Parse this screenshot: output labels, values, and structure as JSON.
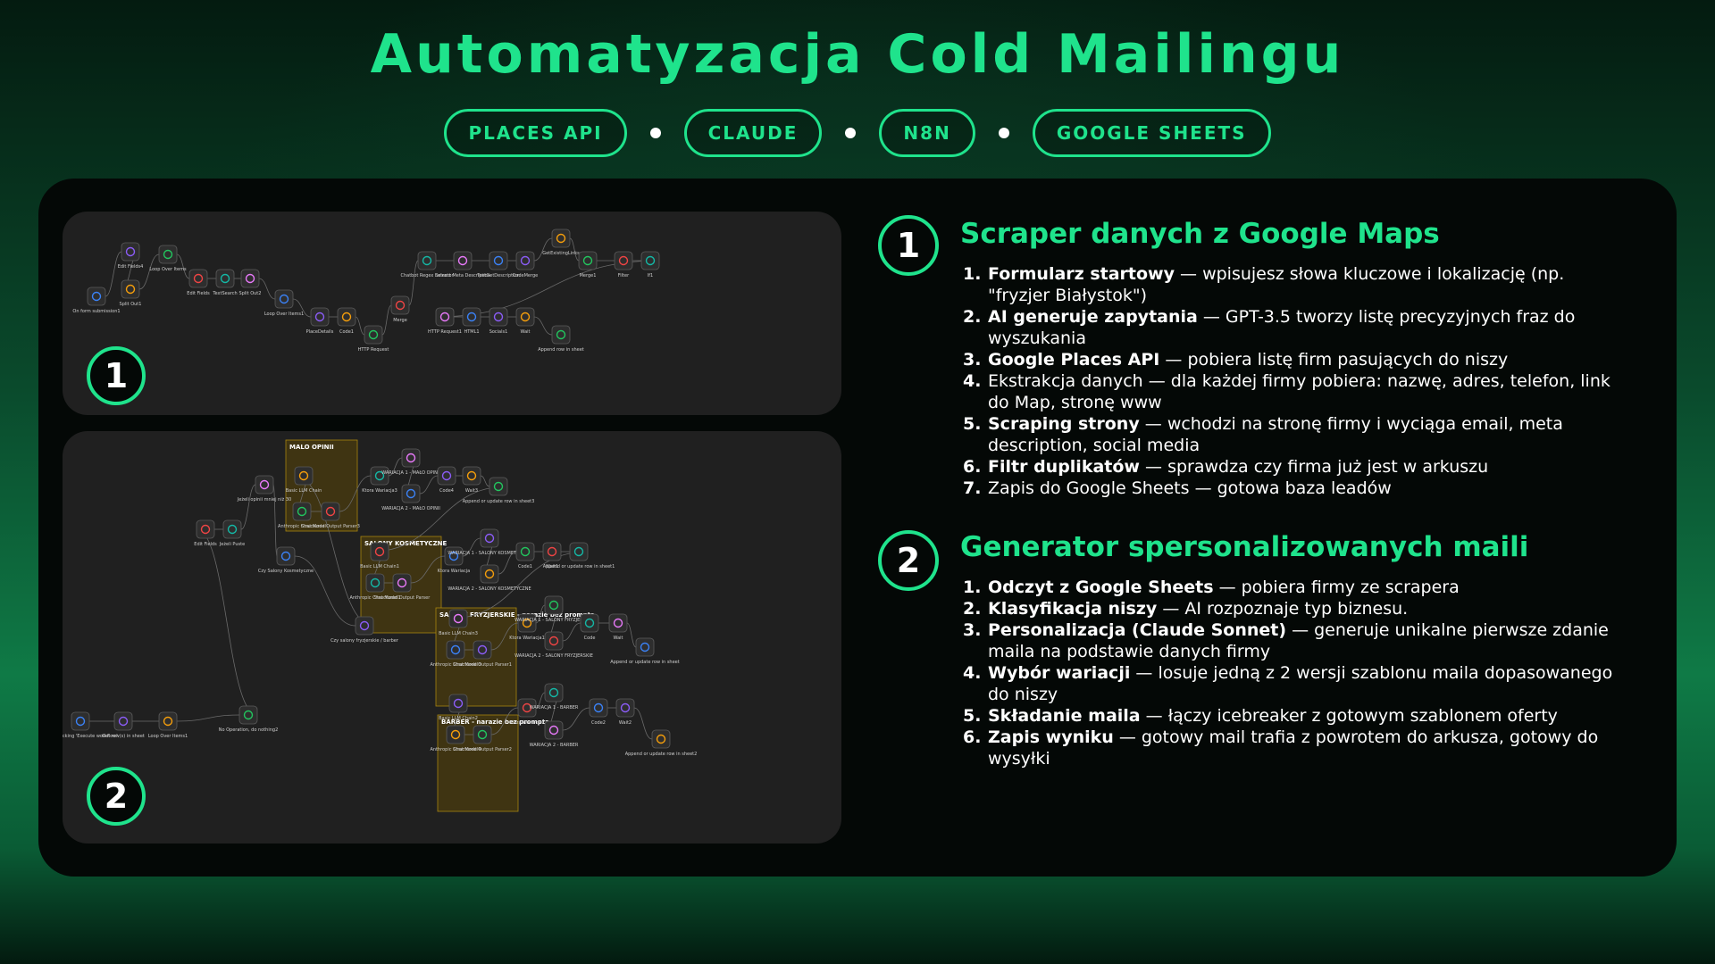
{
  "title": "Automatyzacja Cold Mailingu",
  "tags": [
    "PLACES API",
    "CLAUDE",
    "N8N",
    "GOOGLE SHEETS"
  ],
  "colors": {
    "accent": "#1fe38c",
    "panel": "#040806",
    "canvas": "#202020",
    "sticky": "#3f3412"
  },
  "workflow_badges": [
    "1",
    "2"
  ],
  "workflow1": {
    "nodes": [
      "On form submission1",
      "Edit Fields4",
      "Split Out1",
      "Loop Over Items",
      "Edit Fields",
      "TextSearch",
      "Split Out2",
      "Loop Over Items1",
      "PlaceDetails",
      "Code1",
      "HTTP Request",
      "Merge",
      "Chatbot Regex Selector",
      "Extract Meta Description",
      "TextGetDescription",
      "CodeMerge",
      "GetExistingLinks",
      "Merge1",
      "Filter",
      "If1",
      "HTTP Request1",
      "HTML1",
      "Socials1",
      "Wait",
      "Append row in sheet"
    ]
  },
  "workflow2": {
    "stickies": [
      "MALO OPINII",
      "SALONY KOSMETYCZNE",
      "SALONY FRYZJERSKIE - narazie bez prompta",
      "BARBER - narazie bez prompta"
    ],
    "nodes": [
      "When clicking 'Execute workflow'",
      "Get row(s) in sheet",
      "Loop Over Items1",
      "No Operation, do nothing2",
      "Edit Fields",
      "Jeżeli Puste",
      "Jeżeli opinii mniej niż 30",
      "Czy Salony Kosmetyczne",
      "Czy salony fryzjerskie / barber",
      "Basic LLM Chain",
      "Anthropic Chat Model",
      "Structured Output Parser3",
      "Ktora Wariacja3",
      "WARIACJA 1 - MAŁO OPINII",
      "WARIACJA 2 - MAŁO OPINII",
      "Code4",
      "Wait3",
      "Append or update row in sheet3",
      "Basic LLM Chain1",
      "Anthropic Chat Model1",
      "Structured Output Parser",
      "Ktora Wariacja",
      "WARIACJA 1 - SALONY KOSMETYCZNE",
      "WARIACJA 2 - SALONY KOSMETYCZNE",
      "Code1",
      "Wait1",
      "Append or update row in sheet1",
      "Basic LLM Chain3",
      "Anthropic Chat Model3",
      "Structured Output Parser1",
      "Ktora Wariacja1",
      "WARIACJA 1 - SALONY FRYZJERSKIE",
      "WARIACJA 2 - SALONY FRYZJERSKIE",
      "Code",
      "Wait",
      "Append or update row in sheet",
      "Basic LLM Chain2",
      "Anthropic Chat Model4",
      "Structured Output Parser2",
      "Ktora Wariacja2",
      "WARIACJA 1 - BARBER",
      "WARIACJA 2 - BARBER",
      "Code2",
      "Wait2",
      "Append or update row in sheet2"
    ]
  },
  "sections": [
    {
      "num": "1",
      "title": "Scraper danych z Google Maps",
      "steps": [
        {
          "n": "1.",
          "bold": "Formularz startowy",
          "rest": " — wpisujesz słowa kluczowe i lokalizację (np. \"fryzjer Białystok\")"
        },
        {
          "n": "2.",
          "bold": "AI generuje zapytania",
          "rest": " — GPT-3.5 tworzy listę precyzyjnych fraz do wyszukania"
        },
        {
          "n": "3.",
          "bold": "Google Places API",
          "rest": " — pobiera listę firm pasujących do niszy"
        },
        {
          "n": "4.",
          "bold": "",
          "rest": "Ekstrakcja danych — dla każdej firmy pobiera: nazwę, adres, telefon, link do Map, stronę www"
        },
        {
          "n": "5.",
          "bold": "Scraping strony",
          "rest": " — wchodzi na stronę firmy i wyciąga email, meta description, social media"
        },
        {
          "n": "6.",
          "bold": "Filtr duplikatów",
          "rest": " — sprawdza czy firma już jest w arkuszu"
        },
        {
          "n": "7.",
          "bold": "",
          "rest": "Zapis do Google Sheets — gotowa baza leadów"
        }
      ]
    },
    {
      "num": "2",
      "title": "Generator spersonalizowanych maili",
      "steps": [
        {
          "n": "1.",
          "bold": "Odczyt z Google Sheets",
          "rest": " — pobiera firmy ze scrapera"
        },
        {
          "n": "2.",
          "bold": "Klasyfikacja niszy",
          "rest": " — AI rozpoznaje typ biznesu."
        },
        {
          "n": "3.",
          "bold": "Personalizacja (Claude Sonnet)",
          "rest": " — generuje unikalne pierwsze zdanie maila na podstawie danych firmy"
        },
        {
          "n": "4.",
          "bold": "Wybór wariacji",
          "rest": " — losuje jedną z 2 wersji szablonu maila dopasowanego do niszy"
        },
        {
          "n": "5.",
          "bold": "Składanie maila",
          "rest": " — łączy icebreaker z gotowym szablonem oferty"
        },
        {
          "n": "6.",
          "bold": "Zapis wyniku",
          "rest": " — gotowy mail trafia z powrotem do arkusza, gotowy do wysyłki"
        }
      ]
    }
  ]
}
